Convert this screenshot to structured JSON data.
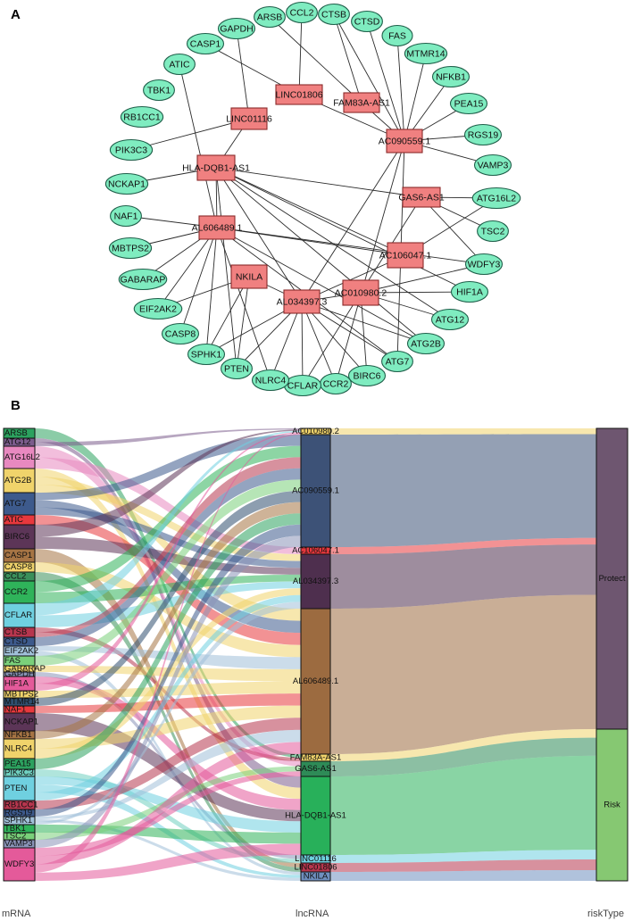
{
  "panel_a": {
    "letter": "A",
    "mrna_nodes": [
      "ARSB",
      "CCL2",
      "CTSB",
      "CTSD",
      "FAS",
      "MTMR14",
      "NFKB1",
      "PEA15",
      "RGS19",
      "VAMP3",
      "ATG16L2",
      "TSC2",
      "WDFY3",
      "HIF1A",
      "ATG12",
      "ATG2B",
      "ATG7",
      "BIRC6",
      "CCR2",
      "CFLAR",
      "NLRC4",
      "PTEN",
      "SPHK1",
      "CASP8",
      "EIF2AK2",
      "GABARAP",
      "MBTPS2",
      "NAF1",
      "NCKAP1",
      "PIK3C3",
      "RB1CC1",
      "TBK1",
      "ATIC",
      "CASP1",
      "GAPDH"
    ],
    "lnc_nodes": [
      "LINC01806",
      "FAM83A-AS1",
      "LINC01116",
      "AC090559.1",
      "HLA-DQB1-AS1",
      "GAS6-AS1",
      "AL606489.1",
      "AC106047.1",
      "NKILA",
      "AC010980.2",
      "AL034397.3"
    ],
    "colors": {
      "mrna_fill": "#7fecc0",
      "lnc_fill": "#f08080"
    }
  },
  "panel_b": {
    "letter": "B",
    "axis_labels": {
      "left": "mRNA",
      "middle": "lncRNA",
      "right": "riskType"
    },
    "mrna_bars": [
      {
        "label": "ARSB",
        "color": "#2ca25f"
      },
      {
        "label": "ATG12",
        "color": "#7b5c8c"
      },
      {
        "label": "ATG16L2",
        "color": "#e889c0"
      },
      {
        "label": "ATG2B",
        "color": "#f0d36b"
      },
      {
        "label": "ATG7",
        "color": "#3d5a8c"
      },
      {
        "label": "ATIC",
        "color": "#e8383d"
      },
      {
        "label": "BIRC6",
        "color": "#5c3557"
      },
      {
        "label": "CASP1",
        "color": "#a67444"
      },
      {
        "label": "CASP8",
        "color": "#f0d36b"
      },
      {
        "label": "CCL2",
        "color": "#3a8f5a"
      },
      {
        "label": "CCR2",
        "color": "#2fb35a"
      },
      {
        "label": "CFLAR",
        "color": "#6fd0e0"
      },
      {
        "label": "CTSB",
        "color": "#b7364e"
      },
      {
        "label": "CTSD",
        "color": "#3d5a8c"
      },
      {
        "label": "EIF2AK2",
        "color": "#a0c0d8"
      },
      {
        "label": "FAS",
        "color": "#7ad07a"
      },
      {
        "label": "GABARAP",
        "color": "#f0d36b"
      },
      {
        "label": "GAPDH",
        "color": "#8a94b8"
      },
      {
        "label": "HIF1A",
        "color": "#e45a9a"
      },
      {
        "label": "MBTPS2",
        "color": "#f0d36b"
      },
      {
        "label": "MTMR14",
        "color": "#2f4f6f"
      },
      {
        "label": "NAF1",
        "color": "#e8383d"
      },
      {
        "label": "NCKAP1",
        "color": "#5c3557"
      },
      {
        "label": "NFKB1",
        "color": "#a67444"
      },
      {
        "label": "NLRC4",
        "color": "#f0d36b"
      },
      {
        "label": "PEA15",
        "color": "#2ca25f"
      },
      {
        "label": "PIK3C3",
        "color": "#6fd0c0"
      },
      {
        "label": "PTEN",
        "color": "#6fd0e0"
      },
      {
        "label": "RB1CC1",
        "color": "#b7364e"
      },
      {
        "label": "RGS19",
        "color": "#3d5a8c"
      },
      {
        "label": "SPHK1",
        "color": "#a0c0d8"
      },
      {
        "label": "TBK1",
        "color": "#2fb35a"
      },
      {
        "label": "TSC2",
        "color": "#7ad07a"
      },
      {
        "label": "VAMP3",
        "color": "#8a94b8"
      },
      {
        "label": "WDFY3",
        "color": "#e45a9a"
      }
    ],
    "lnc_bars": [
      {
        "label": "AC010980.2",
        "color": "#f0d36b"
      },
      {
        "label": "AC090559.1",
        "color": "#3d5277"
      },
      {
        "label": "AC106047.1",
        "color": "#e8383d"
      },
      {
        "label": "AL034397.3",
        "color": "#4e2f4e"
      },
      {
        "label": "AL606489.1",
        "color": "#9c6b40"
      },
      {
        "label": "FAM83A-AS1",
        "color": "#f0d36b"
      },
      {
        "label": "GAS6-AS1",
        "color": "#2e8b57"
      },
      {
        "label": "HLA-DQB1-AS1",
        "color": "#28b05a"
      },
      {
        "label": "LINC01116",
        "color": "#6fd0e0"
      },
      {
        "label": "LINC01806",
        "color": "#b7364e"
      },
      {
        "label": "NKILA",
        "color": "#6f8fbf"
      }
    ],
    "risk_bars": [
      {
        "label": "Protect",
        "color": "#6e5670"
      },
      {
        "label": "Risk",
        "color": "#86c872"
      }
    ]
  }
}
